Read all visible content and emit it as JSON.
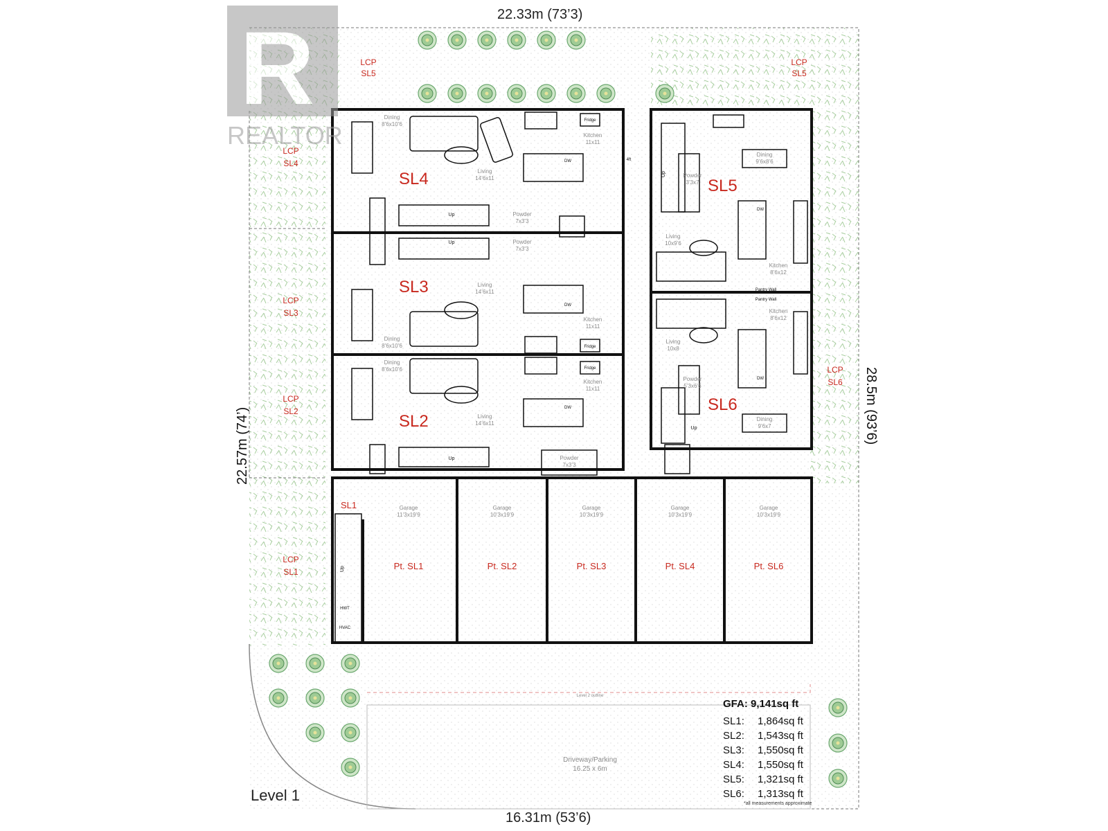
{
  "dimensions": {
    "top": "22.33m (73’3)",
    "bottom": "16.31m (53’6)",
    "left": "22.57m (74’)",
    "right": "28.5m (93’6)"
  },
  "watermark": {
    "brand": "REALTOR",
    "logo_letters": "R"
  },
  "units": {
    "sl4": "SL4",
    "sl3": "SL3",
    "sl2": "SL2",
    "sl5": "SL5",
    "sl6": "SL6",
    "sl1": "SL1"
  },
  "lcp": {
    "sl5_left": [
      "LCP",
      "SL5"
    ],
    "sl5_right": [
      "LCP",
      "SL5"
    ],
    "sl4": [
      "LCP",
      "SL4"
    ],
    "sl3": [
      "LCP",
      "SL3"
    ],
    "sl2": [
      "LCP",
      "SL2"
    ],
    "sl1": [
      "LCP",
      "SL1"
    ],
    "sl6": [
      "LCP",
      "SL6"
    ]
  },
  "rooms": {
    "sl4_dining": [
      "Dining",
      "8’6x10’6"
    ],
    "sl4_living": [
      "Living",
      "14’6x11"
    ],
    "sl4_kitchen": [
      "Kitchen",
      "11x11"
    ],
    "sl4_powder": [
      "Powder",
      "7x3’3"
    ],
    "sl3_powder": [
      "Powder",
      "7x3’3"
    ],
    "sl3_living": [
      "Living",
      "14’6x11"
    ],
    "sl3_dining": [
      "Dining",
      "8’6x10’6"
    ],
    "sl3_kitchen": [
      "Kitchen",
      "11x11"
    ],
    "sl2_dining": [
      "Dining",
      "8’6x10’6"
    ],
    "sl2_living": [
      "Living",
      "14’6x11"
    ],
    "sl2_kitchen": [
      "Kitchen",
      "11x11"
    ],
    "sl2_powder": [
      "Powder",
      "7x3’3"
    ],
    "sl5_dining": [
      "Dining",
      "9’6x8’6"
    ],
    "sl5_powder": [
      "Powder",
      "3’3x7"
    ],
    "sl5_living": [
      "Living",
      "10x9’6"
    ],
    "sl5_kitchen": [
      "Kitchen",
      "8’6x12"
    ],
    "sl6_kitchen": [
      "Kitchen",
      "8’6x12"
    ],
    "sl6_living": [
      "Living",
      "10x8"
    ],
    "sl6_powder": [
      "Powder",
      "5’3x6’6"
    ],
    "sl6_dining": [
      "Dining",
      "9’6x7"
    ],
    "driveway": [
      "Driveway/Parking",
      "16.25 x 6m"
    ]
  },
  "small_labels": {
    "fridge": "Fridge",
    "dw": "DW",
    "up": "Up",
    "pantry_wall": "Pantry Wall",
    "hvac": "HVAC",
    "hwt": "HWT",
    "level2_outline": "Level 2 outline",
    "ft": "4ft"
  },
  "garages": [
    {
      "label": "Garage",
      "size": "11’3x19’9",
      "owner": "Pt. SL1"
    },
    {
      "label": "Garage",
      "size": "10’3x19’9",
      "owner": "Pt. SL2"
    },
    {
      "label": "Garage",
      "size": "10’3x19’9",
      "owner": "Pt. SL3"
    },
    {
      "label": "Garage",
      "size": "10’3x19’9",
      "owner": "Pt. SL4"
    },
    {
      "label": "Garage",
      "size": "10’3x19’9",
      "owner": "Pt. SL6"
    }
  ],
  "gfa": {
    "title": "GFA: 9,141sq ft",
    "rows": [
      {
        "unit": "SL1:",
        "area": "1,864sq ft"
      },
      {
        "unit": "SL2:",
        "area": "1,543sq ft"
      },
      {
        "unit": "SL3:",
        "area": "1,550sq ft"
      },
      {
        "unit": "SL4:",
        "area": "1,550sq ft"
      },
      {
        "unit": "SL5:",
        "area": "1,321sq ft"
      },
      {
        "unit": "SL6:",
        "area": "1,313sq ft"
      }
    ],
    "note": "*all measurements approximate"
  },
  "level": "Level 1",
  "colors": {
    "accent": "#c8281e",
    "wall": "#111111",
    "plant": "#7fb88a"
  }
}
